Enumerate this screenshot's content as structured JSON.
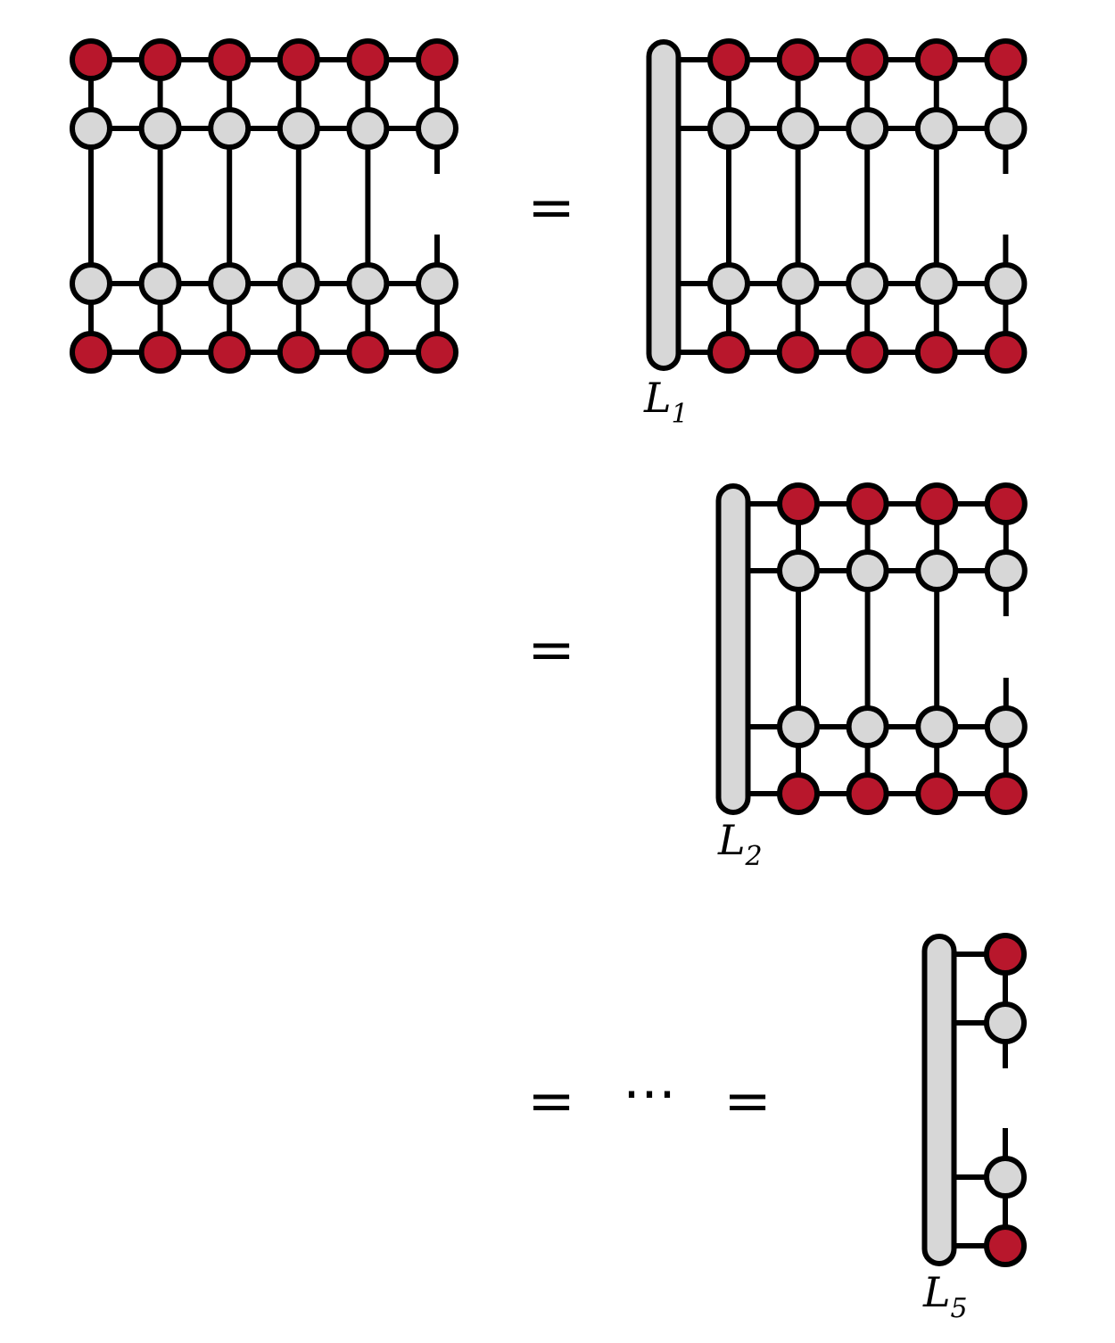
{
  "colors": {
    "red_node": "#b8172c",
    "gray_node": "#d7d7d7",
    "stroke": "#000000",
    "background": "#ffffff"
  },
  "equations": {
    "eq1": "=",
    "eq2": "=",
    "eq3": "=",
    "ellipsis": "⋯",
    "eq4": "="
  },
  "labels": {
    "l1_main": "L",
    "l1_sub": "1",
    "l2_main": "L",
    "l2_sub": "2",
    "l5_main": "L",
    "l5_sub": "5"
  },
  "networks": [
    {
      "name": "full-network",
      "columns": 6,
      "has_environment": false
    },
    {
      "name": "after-contraction-1",
      "columns": 5,
      "has_environment": true
    },
    {
      "name": "after-contraction-2",
      "columns": 4,
      "has_environment": true
    },
    {
      "name": "after-contraction-5",
      "columns": 1,
      "has_environment": true
    }
  ],
  "node_rows": [
    "red",
    "gray",
    "gray",
    "red"
  ]
}
